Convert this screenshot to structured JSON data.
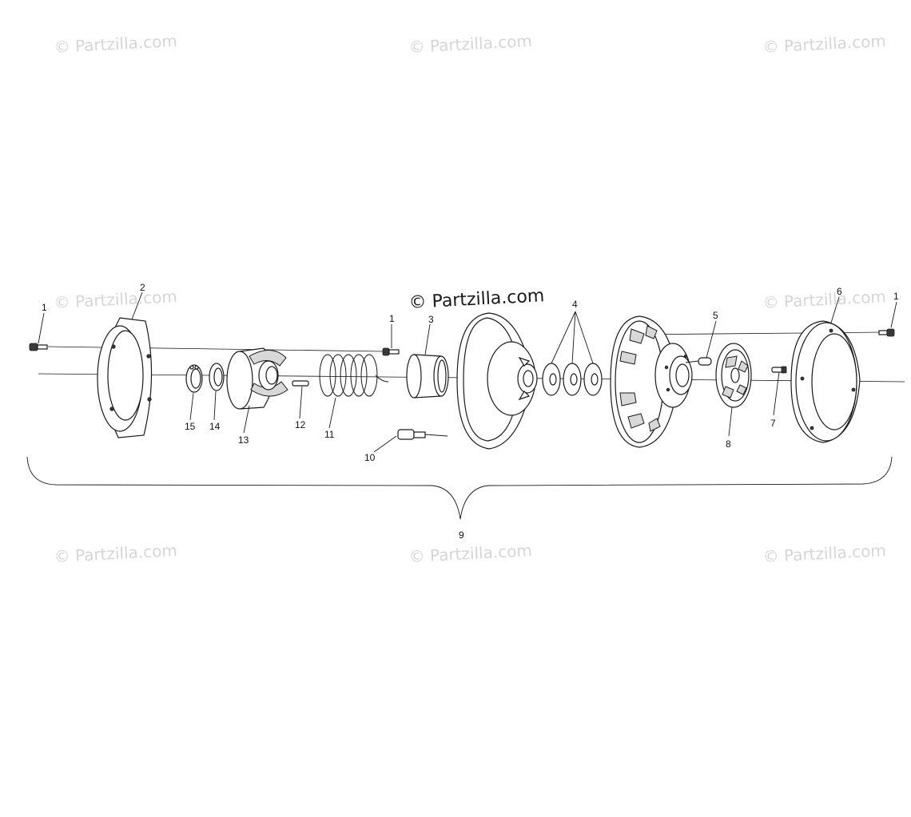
{
  "watermark": {
    "text": "© Partzilla.com"
  },
  "callouts": {
    "p1": "1",
    "p2": "2",
    "p3": "3",
    "p4": "4",
    "p5": "5",
    "p6": "6",
    "p7": "7",
    "p8": "8",
    "p9": "9",
    "p10": "10",
    "p11": "11",
    "p12": "12",
    "p13": "13",
    "p14": "14",
    "p15": "15"
  },
  "colors": {
    "line": "#1a1a1a",
    "watermark": "#d6d6d6",
    "background": "#ffffff"
  }
}
